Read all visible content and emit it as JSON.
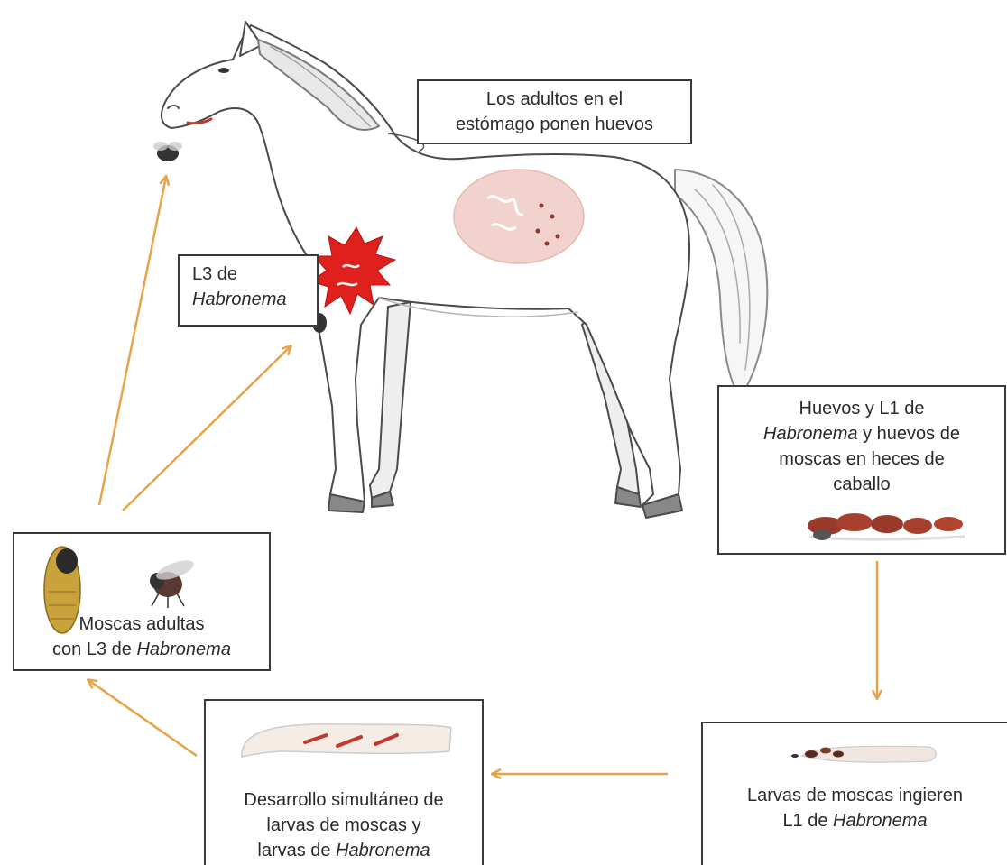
{
  "labels": {
    "adults_stomach": [
      "Los adultos en el",
      "estómago ponen huevos"
    ],
    "l3_site": {
      "line1": "L3 de",
      "line2": "Habronema"
    },
    "eggs_feces": {
      "line1": "Huevos y L1 de",
      "line2_italic": "Habronema",
      "line2_rest": " y huevos de",
      "line3": "moscas en heces de",
      "line4": "caballo"
    },
    "adult_flies": {
      "line1": "Moscas adultas",
      "line2_prefix": "con L3 de ",
      "line2_italic": "Habronema"
    },
    "development": {
      "line1": "Desarrollo simultáneo de",
      "line2": "larvas de moscas y",
      "line3_prefix": "larvas de ",
      "line3_italic": "Habronema"
    },
    "larvae_ingest": {
      "line1": "Larvas de moscas ingieren",
      "line2_prefix": "L1 de ",
      "line2_italic": "Habronema"
    }
  },
  "colors": {
    "arrow": "#e8a24a",
    "lesion": "#e0201c",
    "feces": "#9a3a2a",
    "stomach": "#f2d2cc",
    "outline": "#3a3a3a"
  }
}
